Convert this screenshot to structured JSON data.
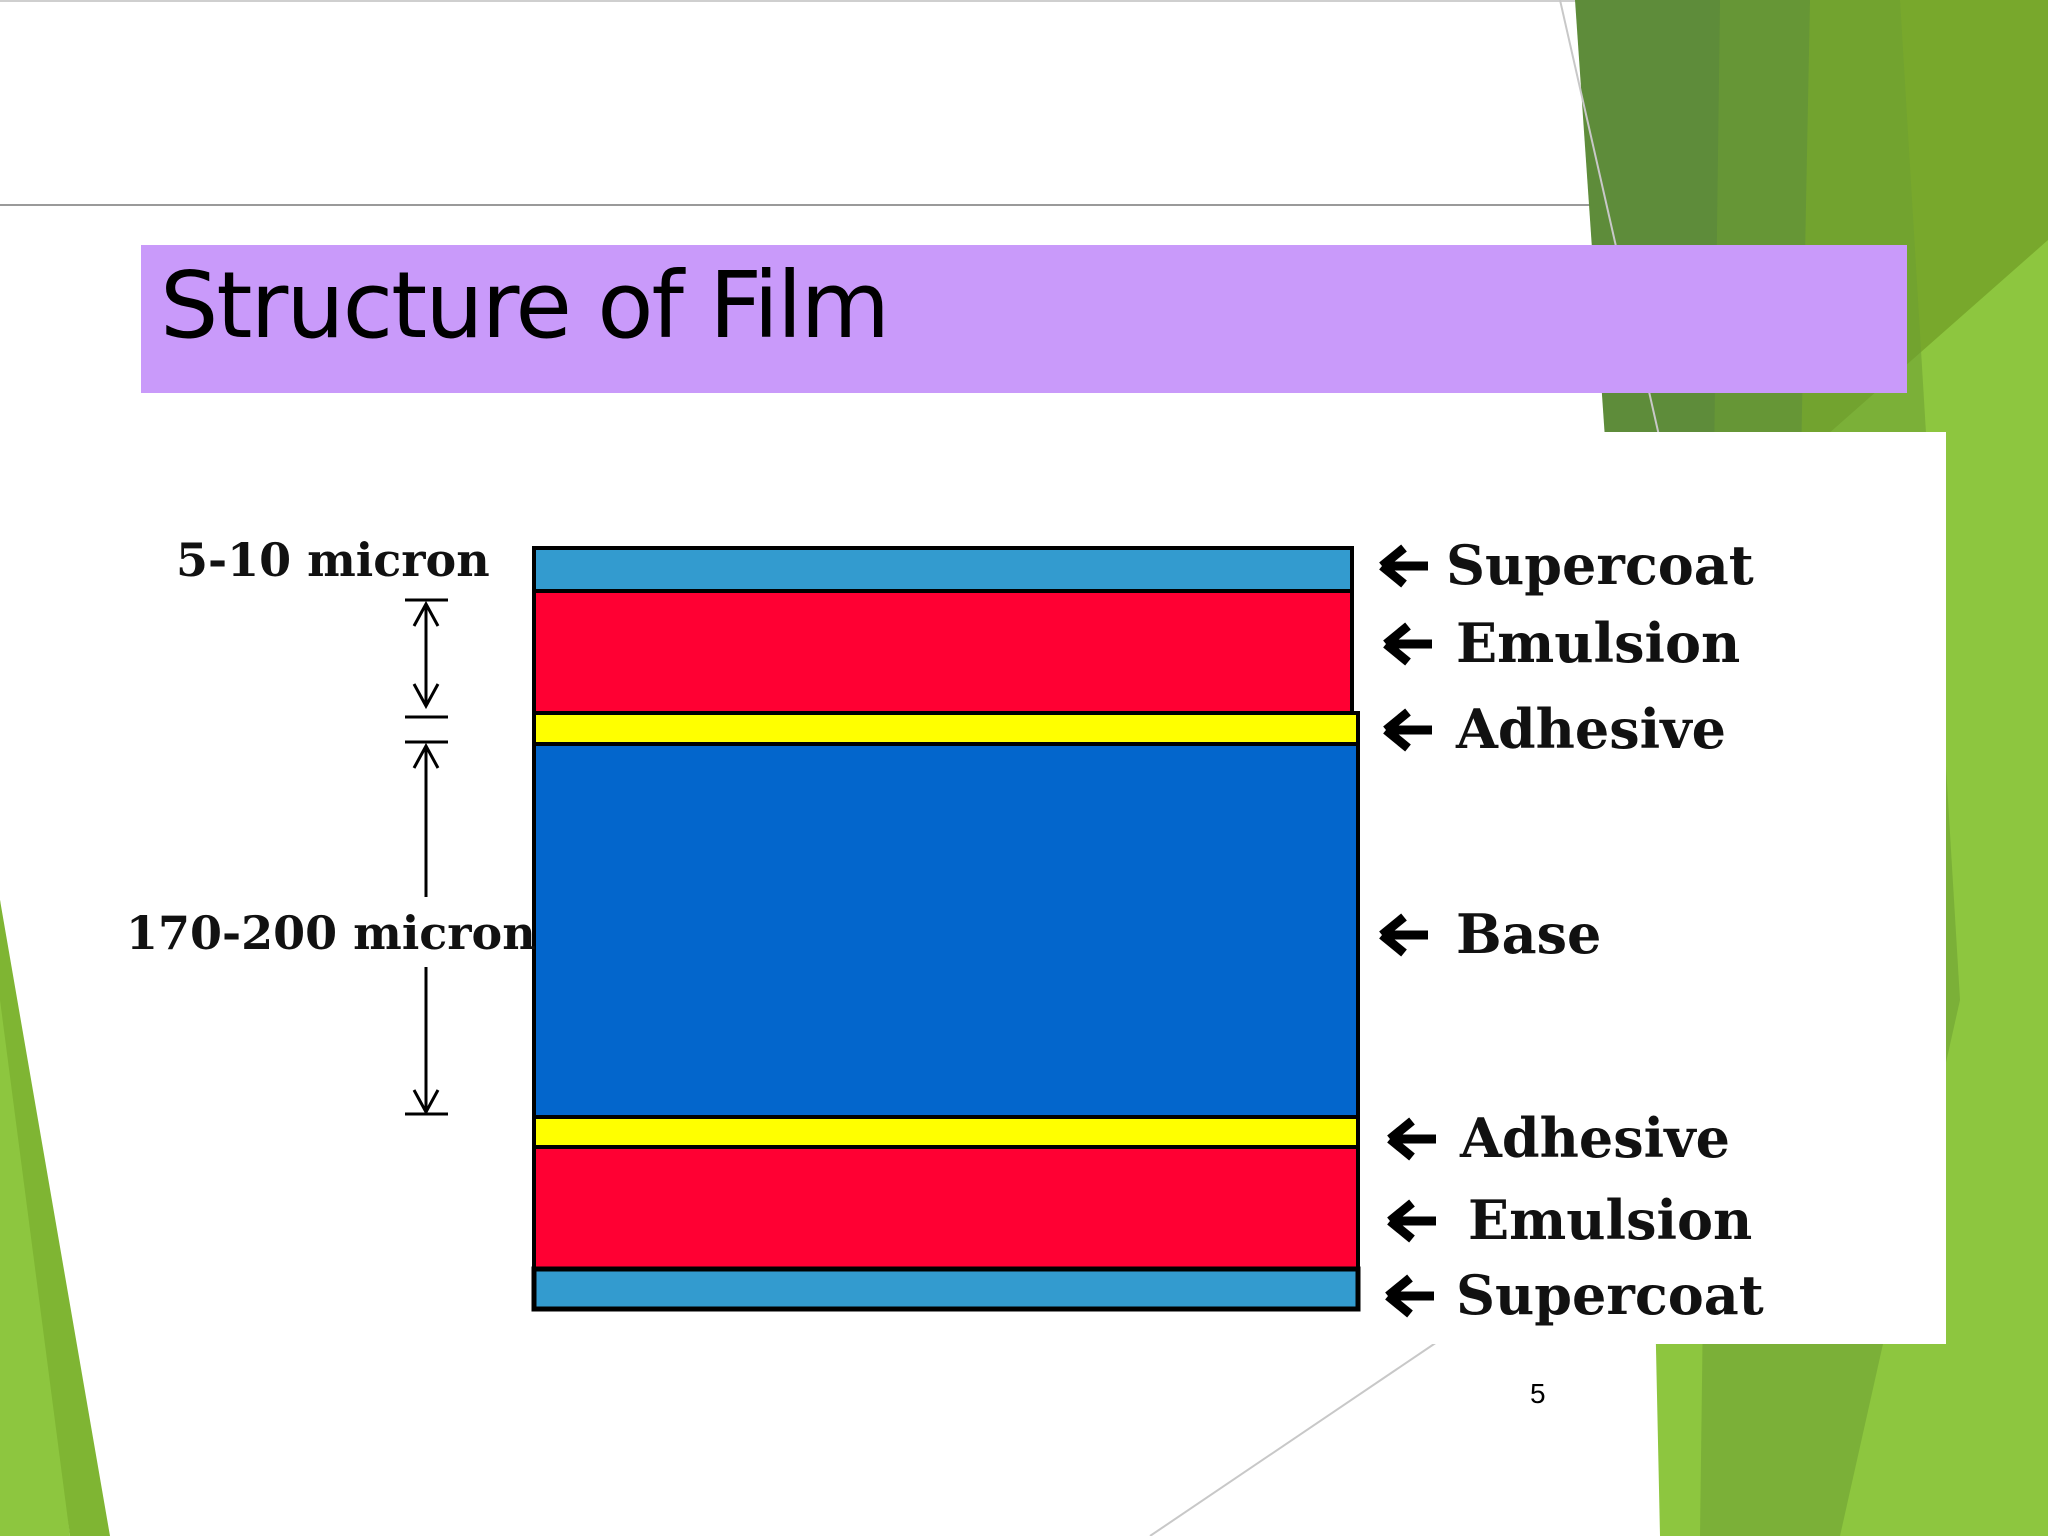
{
  "slide": {
    "title": "Structure of Film",
    "page_number": "5",
    "colors": {
      "title_bar": "#c99afa",
      "green_dark": "#5e8c3a",
      "green_mid": "#7aab2c",
      "green_light": "#8dc63f",
      "supercoat": "#339bcf",
      "emulsion": "#ff0033",
      "adhesive": "#ffff00",
      "base": "#0366cc"
    }
  },
  "diagram": {
    "layers": [
      {
        "name": "Supercoat",
        "color": "#339bcf"
      },
      {
        "name": "Emulsion",
        "color": "#ff0033"
      },
      {
        "name": "Adhesive",
        "color": "#ffff00"
      },
      {
        "name": "Base",
        "color": "#0366cc"
      },
      {
        "name": "Adhesive",
        "color": "#ffff00"
      },
      {
        "name": "Emulsion",
        "color": "#ff0033"
      },
      {
        "name": "Supercoat",
        "color": "#339bcf"
      }
    ],
    "thickness_labels": {
      "top": "5-10 micron",
      "base": "170-200 micron"
    }
  }
}
